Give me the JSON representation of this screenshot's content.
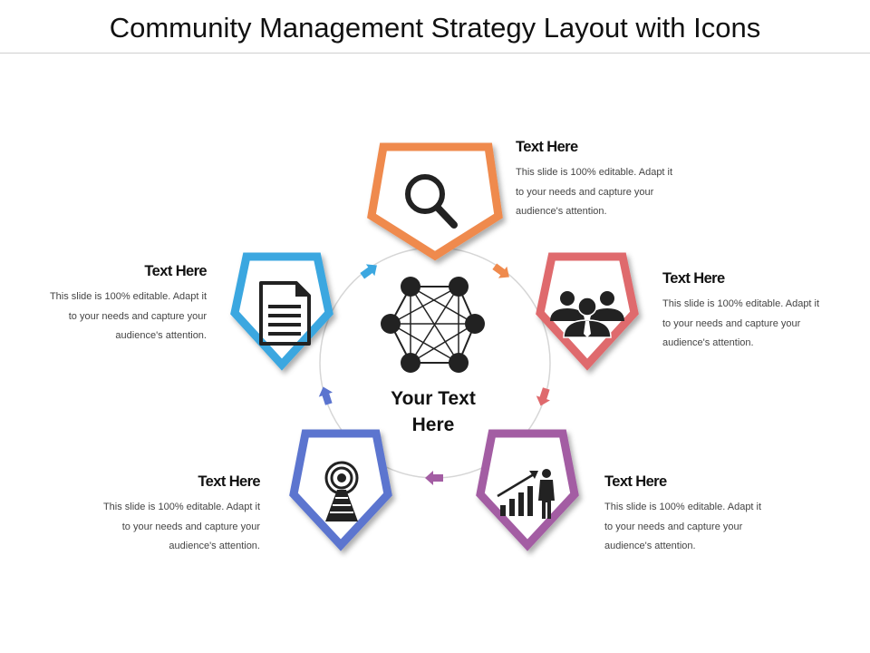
{
  "title": "Community Management Strategy Layout with Icons",
  "center": {
    "text": "Your Text Here"
  },
  "nodes": [
    {
      "id": "top",
      "icon": "magnifier-icon",
      "color": "#ef8a4d",
      "heading": "Text Here",
      "body": "This slide is 100% editable. Adapt it to your needs and capture your audience's attention."
    },
    {
      "id": "right",
      "icon": "team-icon",
      "color": "#df6a6d",
      "heading": "Text Here",
      "body": "This slide is 100% editable. Adapt it to your needs and capture your audience's attention."
    },
    {
      "id": "bottom-right",
      "icon": "growth-chart-businessman-icon",
      "color": "#a35da3",
      "heading": "Text Here",
      "body": "This slide is 100% editable. Adapt it to your needs and capture your audience's attention."
    },
    {
      "id": "bottom-left",
      "icon": "broadcast-tower-icon",
      "color": "#5b74cf",
      "heading": "Text Here",
      "body": "This slide is 100% editable. Adapt it to your needs and capture your audience's attention."
    },
    {
      "id": "left",
      "icon": "document-icon",
      "color": "#3ba7e0",
      "heading": "Text Here",
      "body": "This slide is 100% editable. Adapt it to your needs and capture your audience's attention."
    }
  ],
  "center_icon": "network-icon",
  "ring_color": "#d6d6d6"
}
